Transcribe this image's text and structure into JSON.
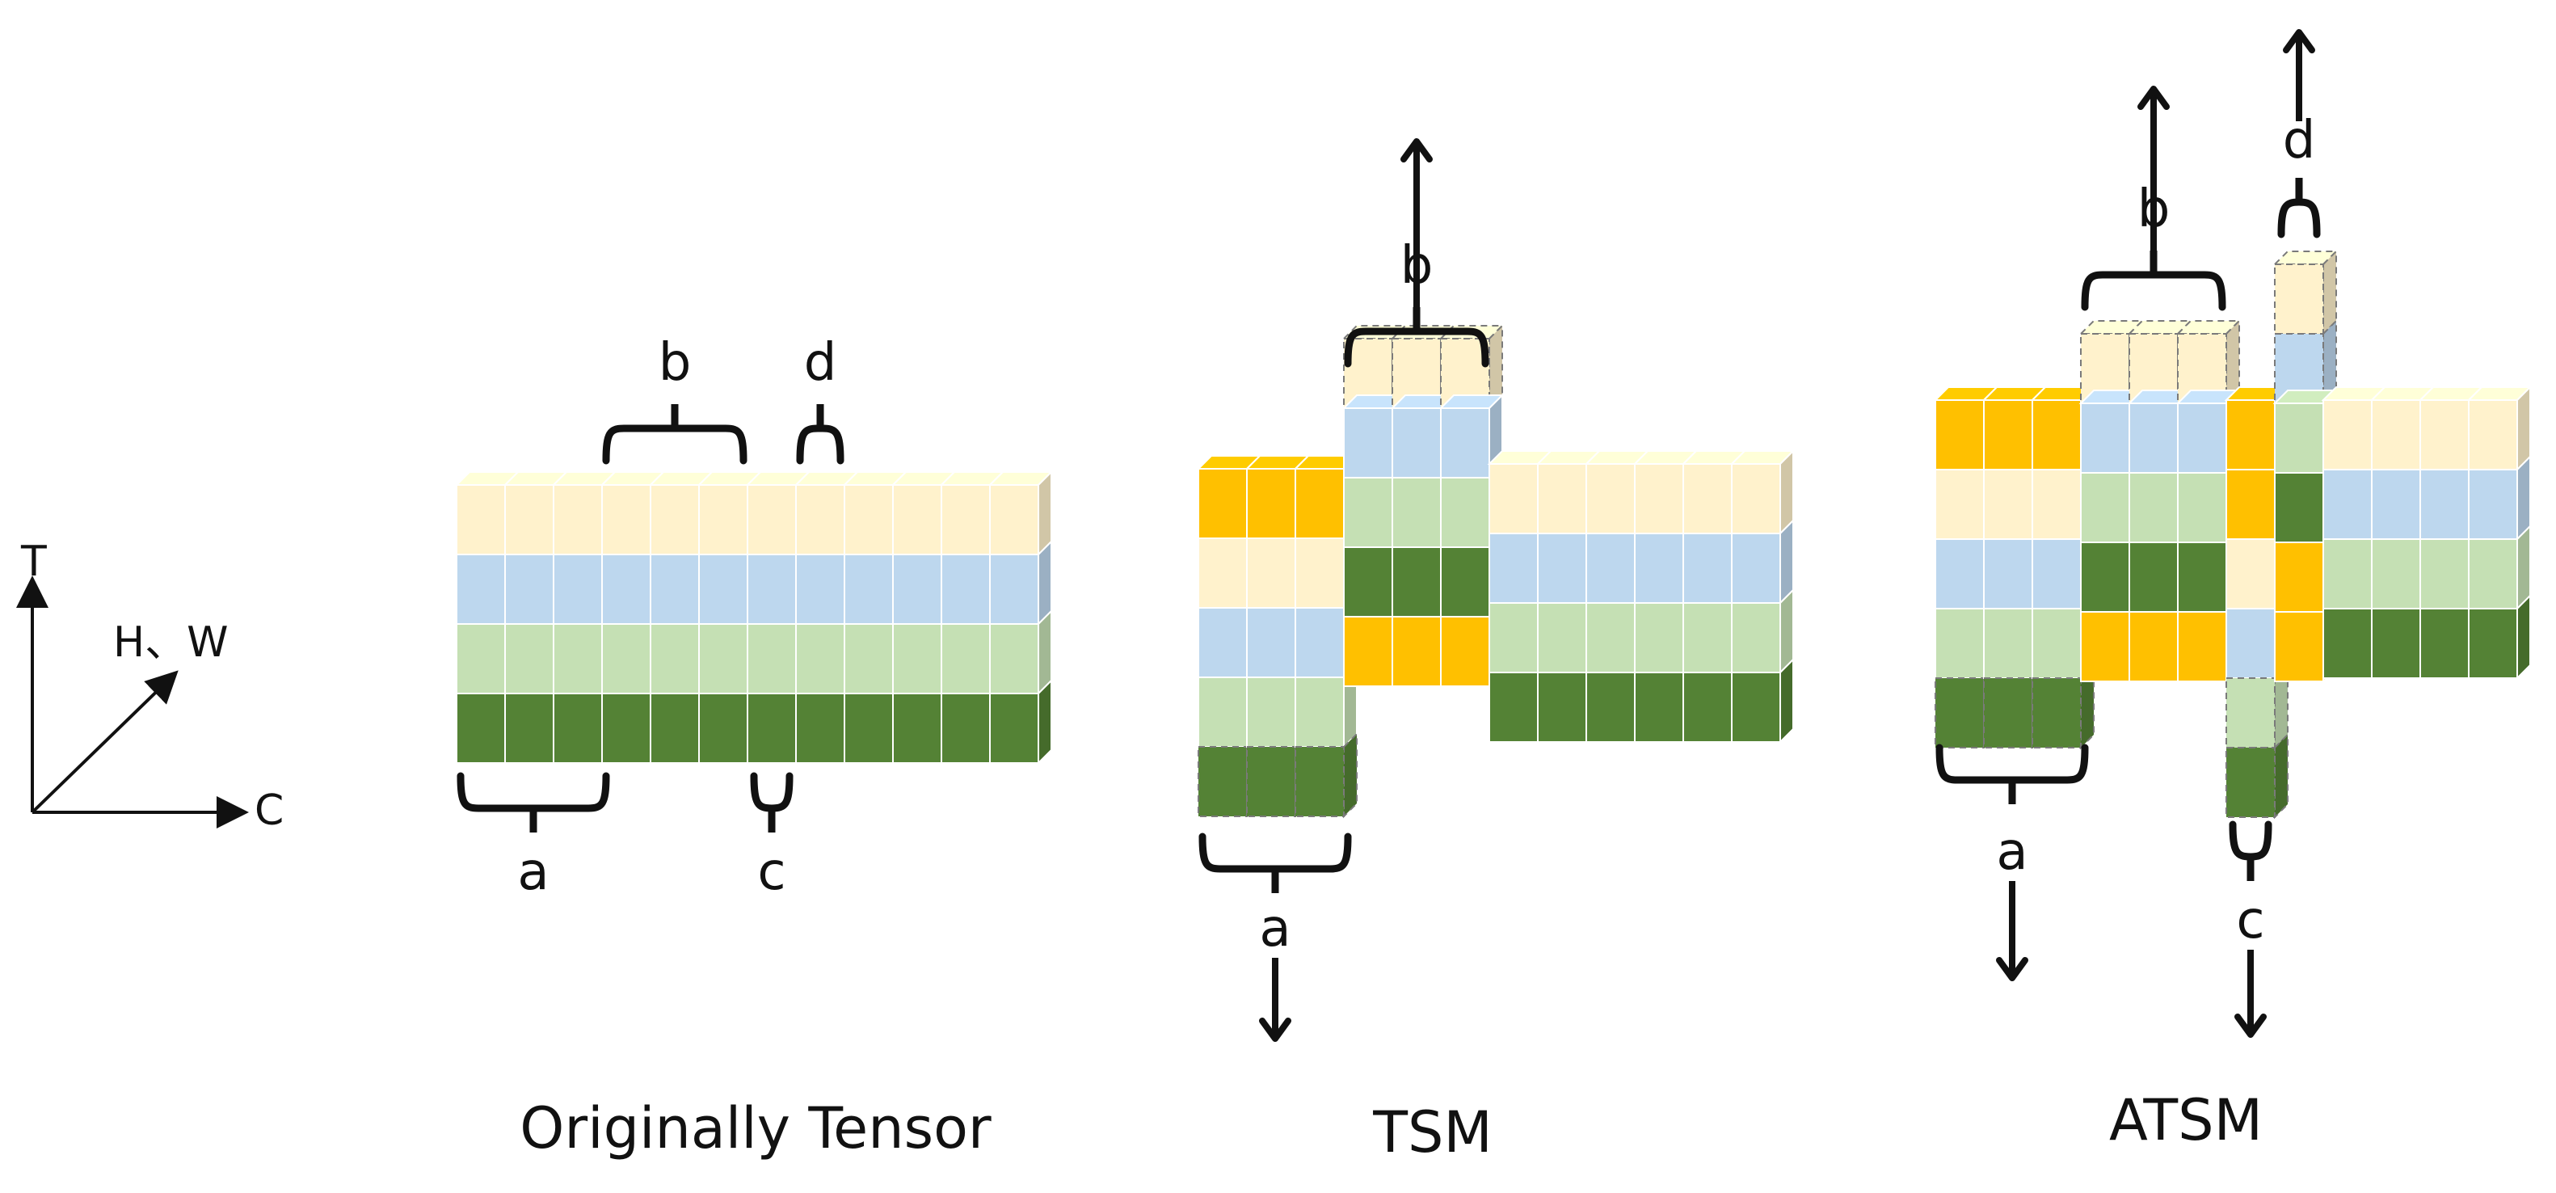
{
  "colors": {
    "cream": "#FFF2CC",
    "blue": "#BDD7EE",
    "lightgreen": "#C5E0B4",
    "darkgreen": "#548235",
    "orange": "#FFC000",
    "stroke": "#ffffff",
    "ink": "#111111"
  },
  "axes": {
    "t_label": "T",
    "hw_label": "H、W",
    "c_label": "C"
  },
  "panels": [
    {
      "id": "original",
      "caption": "Originally Tensor",
      "brace_labels": {
        "a": "a",
        "b": "b",
        "c": "c",
        "d": "d"
      }
    },
    {
      "id": "tsm",
      "caption": "TSM",
      "brace_labels": {
        "a": "a",
        "b": "b"
      }
    },
    {
      "id": "atsm",
      "caption": "ATSM",
      "brace_labels": {
        "a": "a",
        "b": "b",
        "c": "c",
        "d": "d"
      }
    }
  ]
}
